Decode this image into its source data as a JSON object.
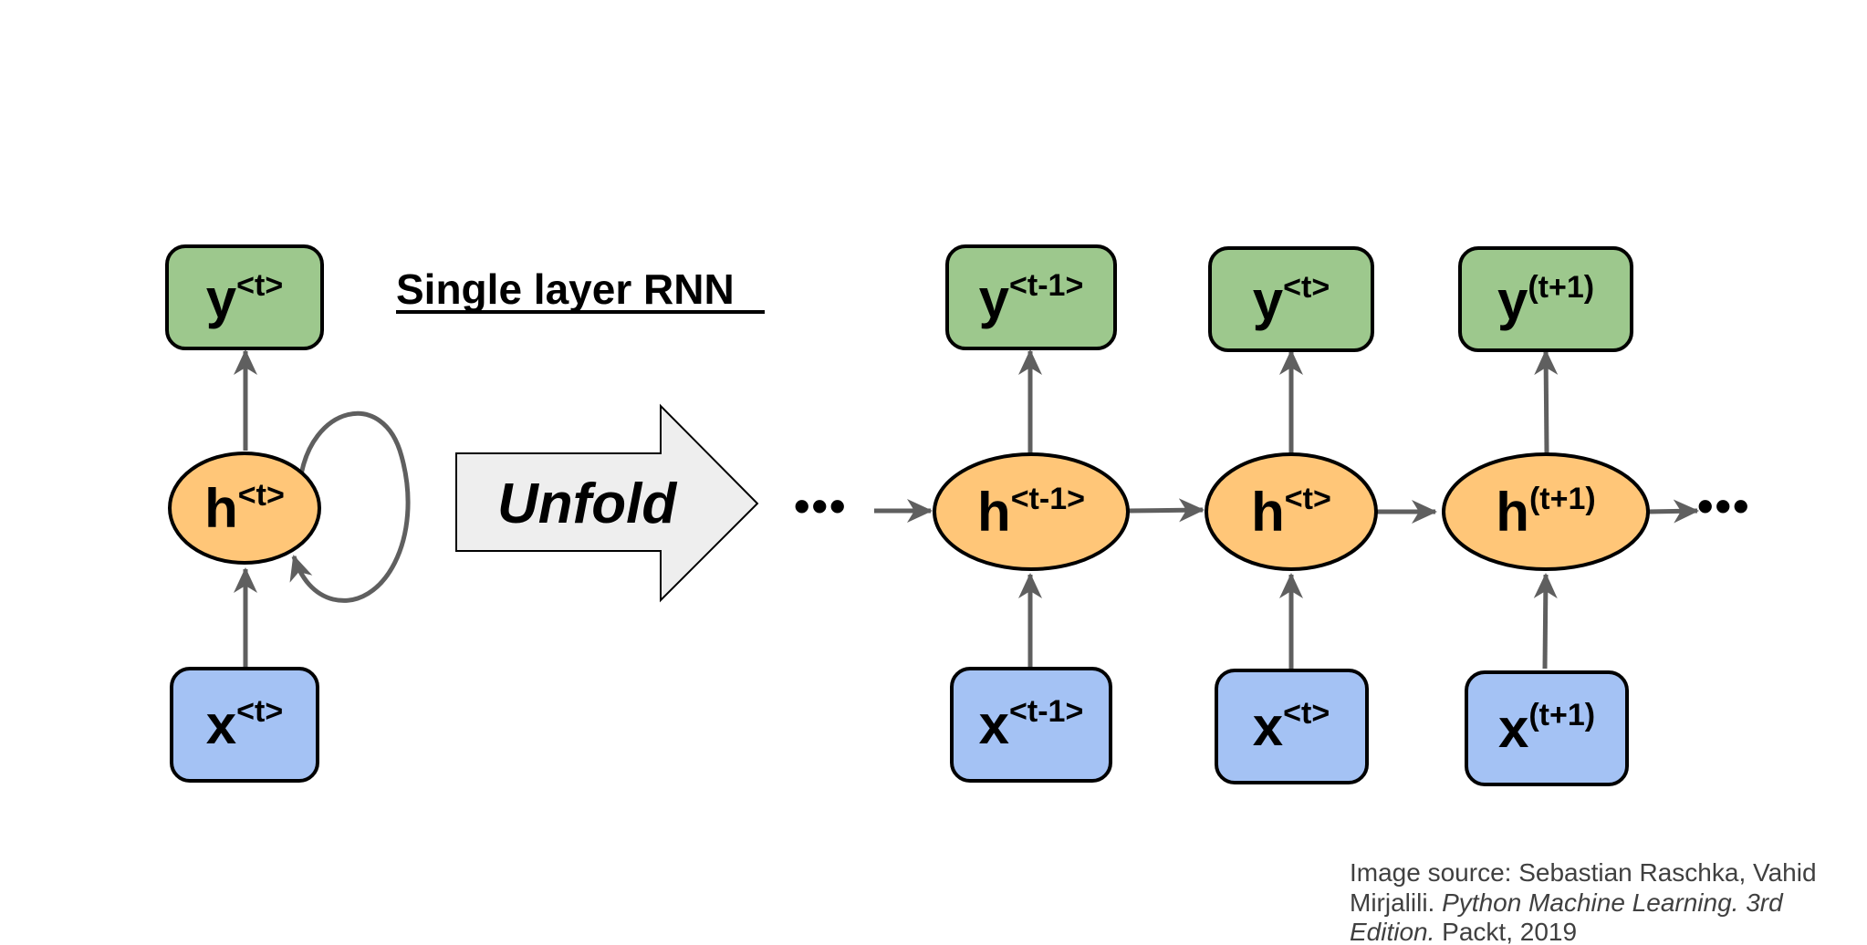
{
  "title": "Single layer RNN",
  "unfold_label": "Unfold",
  "ellipsis": "•••",
  "folded": {
    "output": {
      "base": "y",
      "sup": "<t>"
    },
    "hidden": {
      "base": "h",
      "sup": "<t>"
    },
    "input": {
      "base": "x",
      "sup": "<t>"
    }
  },
  "unfolded": [
    {
      "output": {
        "base": "y",
        "sup": "<t-1>"
      },
      "hidden": {
        "base": "h",
        "sup": "<t-1>"
      },
      "input": {
        "base": "x",
        "sup": "<t-1>"
      }
    },
    {
      "output": {
        "base": "y",
        "sup": "<t>"
      },
      "hidden": {
        "base": "h",
        "sup": "<t>"
      },
      "input": {
        "base": "x",
        "sup": "<t>"
      }
    },
    {
      "output": {
        "base": "y",
        "sup": "(t+1)"
      },
      "hidden": {
        "base": "h",
        "sup": "(t+1)"
      },
      "input": {
        "base": "x",
        "sup": "(t+1)"
      }
    }
  ],
  "source": {
    "line1": "Image source: Sebastian Raschka, Vahid",
    "line2_plain": "Mirjalili. ",
    "line2_italic": "Python Machine Learning. 3rd",
    "line3_italic": "Edition.",
    "line3_plain": " Packt, 2019"
  },
  "colors": {
    "output_fill": "#9DC88D",
    "hidden_fill": "#FFC678",
    "input_fill": "#A4C2F4",
    "arrow": "#5F5F5F",
    "stroke": "#000000",
    "unfold_fill": "#EEEEEE"
  }
}
